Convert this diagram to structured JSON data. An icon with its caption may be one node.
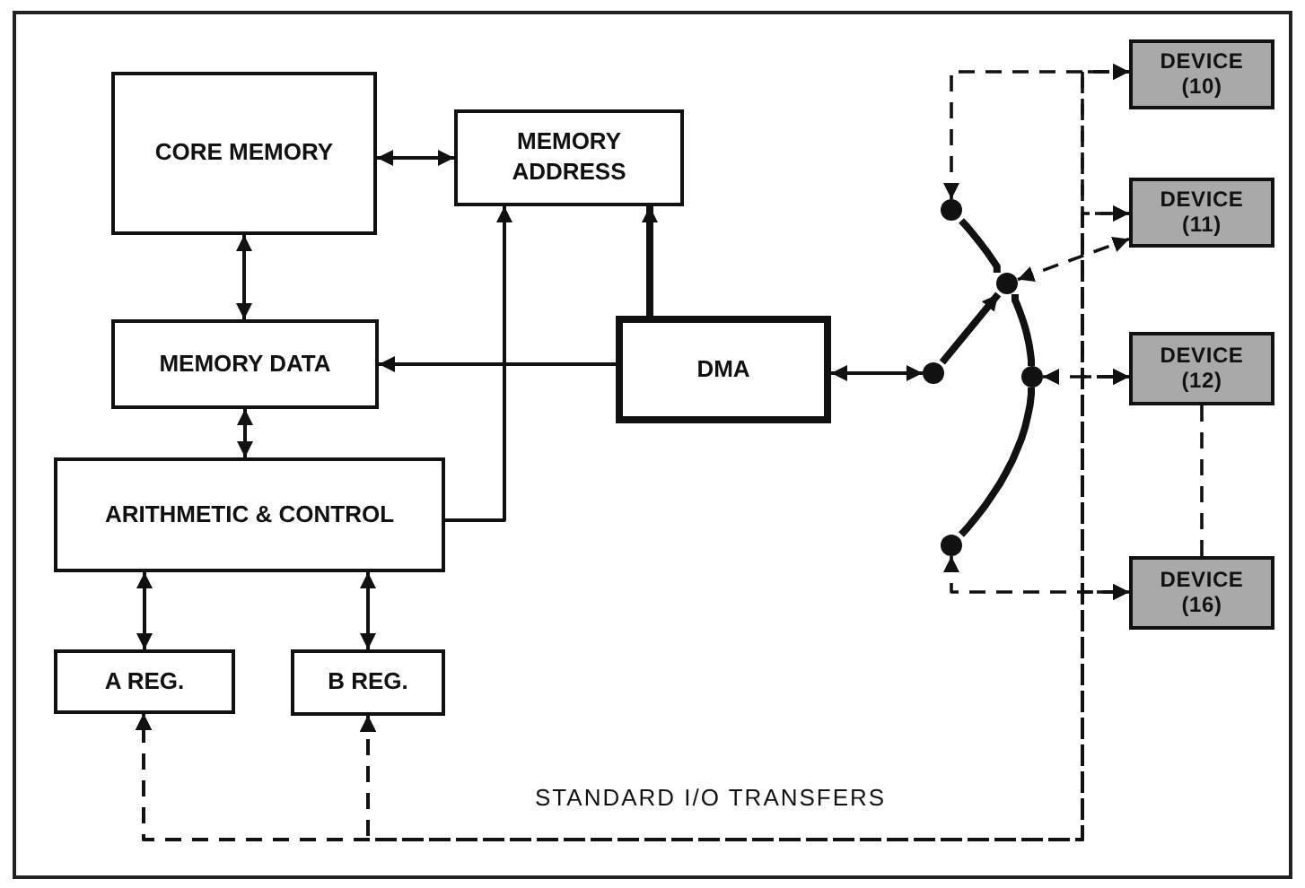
{
  "diagram": {
    "nodes": [
      {
        "text": [
          "CORE MEMORY"
        ]
      },
      {
        "text": [
          "MEMORY ADDRESS"
        ]
      },
      {
        "text": [
          "MEMORY DATA"
        ]
      },
      {
        "text": [
          "DMA"
        ]
      },
      {
        "text": [
          "ARITHMETIC & CONTROL"
        ]
      },
      {
        "text": [
          "A REG."
        ]
      },
      {
        "text": [
          "B REG."
        ]
      },
      {
        "text": [
          "DEVICE (10)"
        ]
      },
      {
        "text": [
          "DEVICE (11)"
        ]
      },
      {
        "text": [
          "DEVICE (12)"
        ]
      },
      {
        "text": [
          "DEVICE (16)"
        ]
      },
      {
        "text": [],
        "shape": "circle"
      },
      {
        "text": [],
        "shape": "circle"
      },
      {
        "text": [],
        "shape": "circle"
      },
      {
        "text": [],
        "shape": "circle"
      },
      {
        "text": [],
        "shape": "circle"
      }
    ],
    "edges": [
      {
        "from": 0,
        "to": 1,
        "arrow": "both"
      },
      {
        "from": 0,
        "to": 2,
        "arrow": "both"
      },
      {
        "from": 2,
        "to": 4,
        "arrow": "both"
      },
      {
        "from": 3,
        "to": 1,
        "arrow": "to",
        "style": "thick"
      },
      {
        "from": 3,
        "to": 2,
        "arrow": "to"
      },
      {
        "from": 4,
        "to": 1,
        "arrow": "to"
      },
      {
        "from": 4,
        "to": 5,
        "arrow": "both"
      },
      {
        "from": 4,
        "to": 6,
        "arrow": "both"
      },
      {
        "from": 3,
        "to": 11,
        "arrow": "both"
      },
      {
        "from": 11,
        "to": 13,
        "arrow": "to",
        "style": "thick"
      },
      {
        "from": 12,
        "to": 7,
        "arrow": "both",
        "style": "dashed"
      },
      {
        "from": 13,
        "to": 8,
        "arrow": "both",
        "style": "dashed"
      },
      {
        "from": 14,
        "to": 9,
        "arrow": "both",
        "style": "dashed"
      },
      {
        "from": 15,
        "to": 10,
        "arrow": "both",
        "style": "dashed"
      },
      {
        "from": 9,
        "to": 10,
        "arrow": "none",
        "style": "dashed"
      },
      {
        "from": 5,
        "to": 7,
        "arrow": "both",
        "style": "dashed"
      },
      {
        "from": 5,
        "to": 8,
        "arrow": "both",
        "style": "dashed"
      },
      {
        "from": 5,
        "to": 9,
        "arrow": "both",
        "style": "dashed"
      },
      {
        "from": 5,
        "to": 10,
        "arrow": "both",
        "style": "dashed"
      },
      {
        "from": 6,
        "to": 7,
        "arrow": "both",
        "style": "dashed"
      },
      {
        "from": 6,
        "to": 8,
        "arrow": "both",
        "style": "dashed"
      },
      {
        "from": 6,
        "to": 9,
        "arrow": "both",
        "style": "dashed"
      },
      {
        "from": 6,
        "to": 10,
        "arrow": "both",
        "style": "dashed"
      },
      {
        "from": 12,
        "to": 13,
        "arrow": "none",
        "style": "thick"
      },
      {
        "from": 13,
        "to": 14,
        "arrow": "none",
        "style": "thick"
      },
      {
        "from": 14,
        "to": 15,
        "arrow": "none",
        "style": "thick"
      }
    ],
    "labels": [
      "STANDARD I/O TRANSFERS"
    ]
  }
}
